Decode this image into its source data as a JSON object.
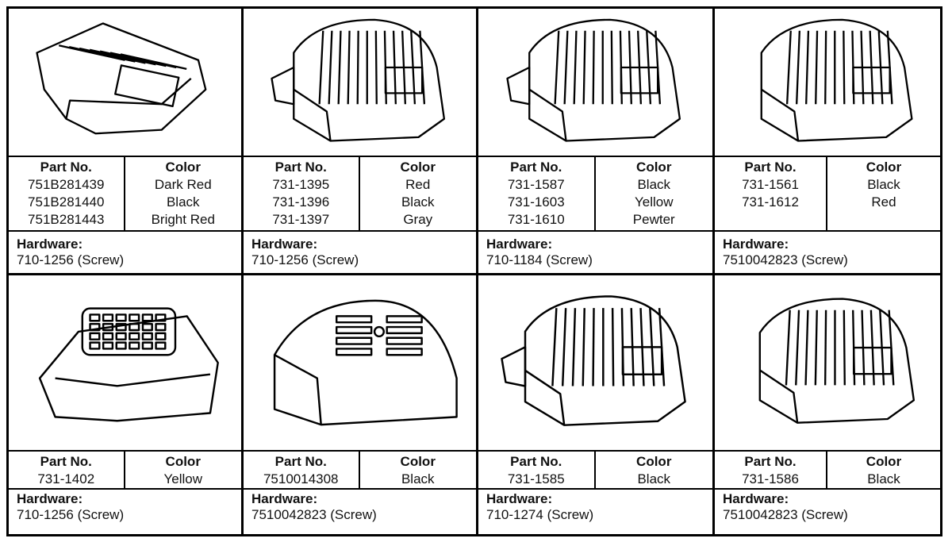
{
  "labels": {
    "part_no": "Part No.",
    "color": "Color",
    "hardware": "Hardware:"
  },
  "panels": [
    {
      "parts": [
        "751B281439",
        "751B281440",
        "751B281443"
      ],
      "colors": [
        "Dark Red",
        "Black",
        "Bright Red"
      ],
      "hardware": "710-1256 (Screw)",
      "icon": "engine-cover-icon"
    },
    {
      "parts": [
        "731-1395",
        "731-1396",
        "731-1397"
      ],
      "colors": [
        "Red",
        "Black",
        "Gray"
      ],
      "hardware": "710-1256 (Screw)",
      "icon": "engine-cover-icon"
    },
    {
      "parts": [
        "731-1587",
        "731-1603",
        "731-1610"
      ],
      "colors": [
        "Black",
        "Yellow",
        "Pewter"
      ],
      "hardware": "710-1184 (Screw)",
      "icon": "engine-cover-icon"
    },
    {
      "parts": [
        "731-1561",
        "731-1612"
      ],
      "colors": [
        "Black",
        "Red"
      ],
      "hardware": "7510042823 (Screw)",
      "icon": "engine-cover-icon"
    },
    {
      "parts": [
        "731-1402"
      ],
      "colors": [
        "Yellow"
      ],
      "hardware": "710-1256 (Screw)",
      "icon": "engine-cover-icon"
    },
    {
      "parts": [
        "7510014308"
      ],
      "colors": [
        "Black"
      ],
      "hardware": "7510042823 (Screw)",
      "icon": "engine-cover-icon"
    },
    {
      "parts": [
        "731-1585"
      ],
      "colors": [
        "Black"
      ],
      "hardware": "710-1274 (Screw)",
      "icon": "engine-cover-icon"
    },
    {
      "parts": [
        "731-1586"
      ],
      "colors": [
        "Black"
      ],
      "hardware": "7510042823 (Screw)",
      "icon": "engine-cover-icon"
    }
  ]
}
